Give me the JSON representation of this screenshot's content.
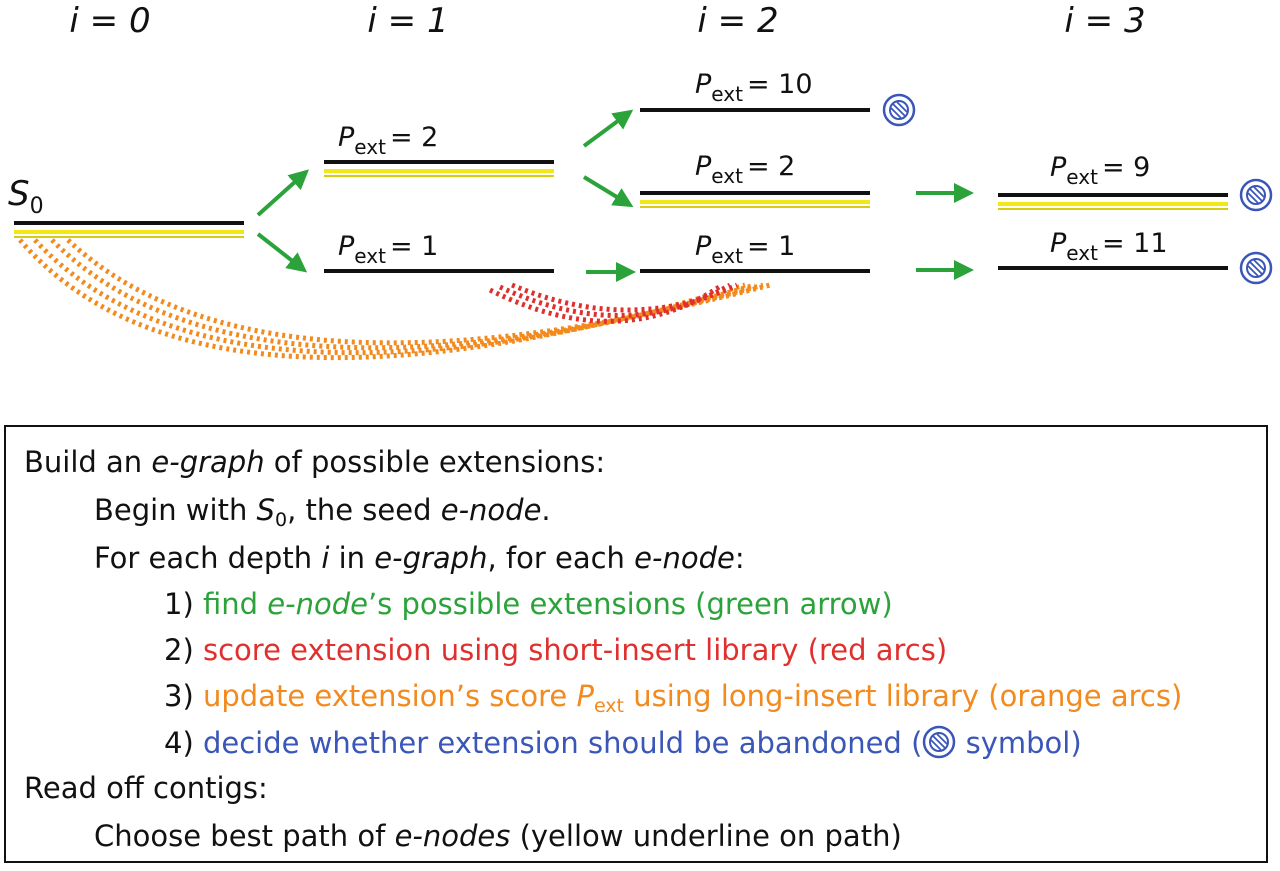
{
  "diagram": {
    "depth_headers": [
      "i = 0",
      "i = 1",
      "i = 2",
      "i = 3"
    ],
    "seed": {
      "label": "S",
      "sub": "0"
    },
    "p_label": "P",
    "p_sub": "ext",
    "nodes": [
      {
        "id": "n1a",
        "score": "= 2"
      },
      {
        "id": "n1b",
        "score": "= 1"
      },
      {
        "id": "n2a",
        "score": "= 10"
      },
      {
        "id": "n2b",
        "score": "= 2"
      },
      {
        "id": "n2c",
        "score": "= 1"
      },
      {
        "id": "n3a",
        "score": "= 9"
      },
      {
        "id": "n3b",
        "score": "= 11"
      }
    ],
    "abandon_symbol": "abandon-symbol-icon"
  },
  "legend": {
    "line1": {
      "pre": "Build an ",
      "em": "e-graph",
      "post": " of possible extensions:"
    },
    "line2": {
      "pre": "Begin with ",
      "s": "S",
      "sub": "0",
      "mid": ", the seed ",
      "em": "e-node",
      "post": "."
    },
    "line3": {
      "pre": "For each depth ",
      "i": "i",
      "mid": " in ",
      "em1": "e-graph",
      "mid2": ", for each ",
      "em2": "e-node",
      "post": ":"
    },
    "step1": {
      "num": "1) ",
      "pre": "find ",
      "em": "e-node",
      "post": "’s possible extensions (green arrow)"
    },
    "step2": {
      "num": "2) ",
      "text": "score extension using short-insert library (red arcs)"
    },
    "step3": {
      "num": "3) ",
      "pre": "update extension’s score ",
      "p": "P",
      "sub": "ext",
      "post": " using long-insert library (orange arcs)"
    },
    "step4": {
      "num": "4) ",
      "pre": "decide whether extension should be abandoned (",
      "post": " symbol)"
    },
    "line4": {
      "text": "Read off contigs:"
    },
    "line5": {
      "pre": "Choose best path of ",
      "em": "e-nodes",
      "post": " (yellow underline on path)"
    }
  },
  "colors": {
    "green": "#2ba33a",
    "red": "#e0302e",
    "orange": "#f28a1e",
    "blue": "#3a56b8",
    "yellow": "#f2e816"
  }
}
